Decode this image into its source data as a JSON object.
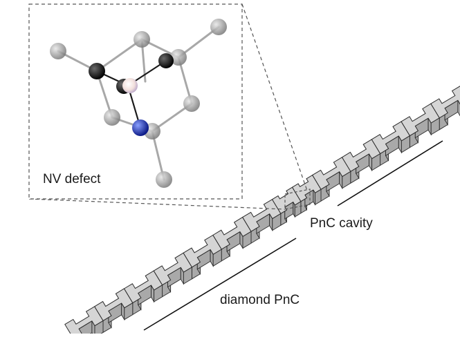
{
  "labels": {
    "inset": "NV defect",
    "cavity": "PnC cavity",
    "crystal": "diamond PnC"
  },
  "colors": {
    "slab_top": "#d5d5d5",
    "slab_side": "#a9a9a9",
    "outline": "#2a2a2a",
    "carbon": "#9a9a9a",
    "nitrogen": "#1a2fa8",
    "vacancy": "#f4e6e4",
    "neighbor": "#111111"
  }
}
